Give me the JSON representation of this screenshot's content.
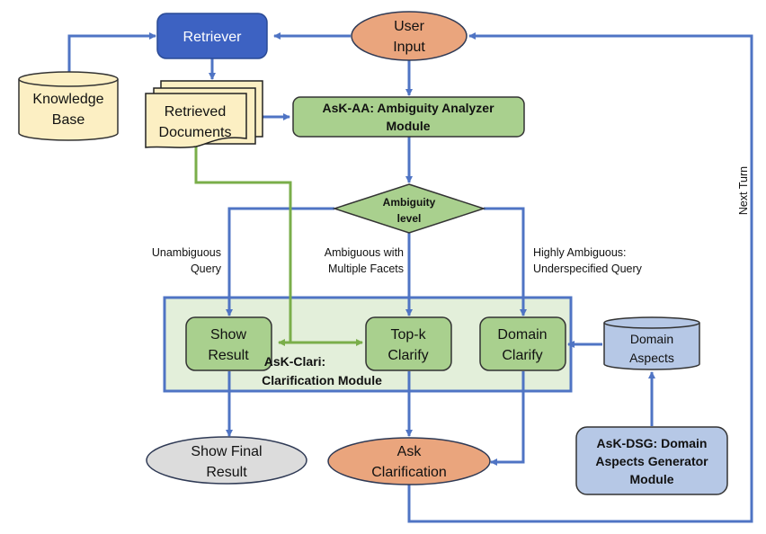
{
  "nodes": {
    "retriever": {
      "label": [
        "Retriever"
      ]
    },
    "user_input": {
      "label": [
        "User",
        "Input"
      ]
    },
    "knowledge_base": {
      "label": [
        "Knowledge",
        "Base"
      ]
    },
    "retrieved_documents": {
      "label": [
        "Retrieved",
        "Documents"
      ]
    },
    "ambiguity_analyzer": {
      "label": [
        "AsK-AA: Ambiguity Analyzer",
        "Module"
      ]
    },
    "ambiguity_level": {
      "label": [
        "Ambiguity",
        "level"
      ]
    },
    "show_result": {
      "label": [
        "Show",
        "Result"
      ]
    },
    "topk_clarify": {
      "label": [
        "Top-k",
        "Clarify"
      ]
    },
    "domain_clarify": {
      "label": [
        "Domain",
        "Clarify"
      ]
    },
    "clarification_module": {
      "label": [
        "AsK-Clari:",
        "Clarification Module"
      ]
    },
    "domain_aspects": {
      "label": [
        "Domain",
        "Aspects"
      ]
    },
    "show_final_result": {
      "label": [
        "Show Final",
        "Result"
      ]
    },
    "ask_clarification": {
      "label": [
        "Ask",
        "Clarification"
      ]
    },
    "domain_aspects_generator": {
      "label": [
        "AsK-DSG: Domain",
        "Aspects Generator",
        "Module"
      ]
    }
  },
  "edge_labels": {
    "unambiguous": [
      "Unambiguous",
      "Query"
    ],
    "multiple_facets": [
      "Ambiguous with",
      "Multiple Facets"
    ],
    "highly_ambiguous": [
      "Highly Ambiguous:",
      "Underspecified Query"
    ],
    "next_turn": "Next Turn"
  },
  "colors": {
    "edge_blue": "#4f74c4",
    "edge_green": "#7aae4a",
    "retriever_fill": "#3d62c2",
    "user_input_fill": "#eaa57d",
    "cream_fill": "#fcefc3",
    "green_fill": "#a9d08e",
    "module_bg": "#e3efda",
    "domain_fill": "#b6c8e6",
    "gray_fill": "#dcdcdc"
  }
}
